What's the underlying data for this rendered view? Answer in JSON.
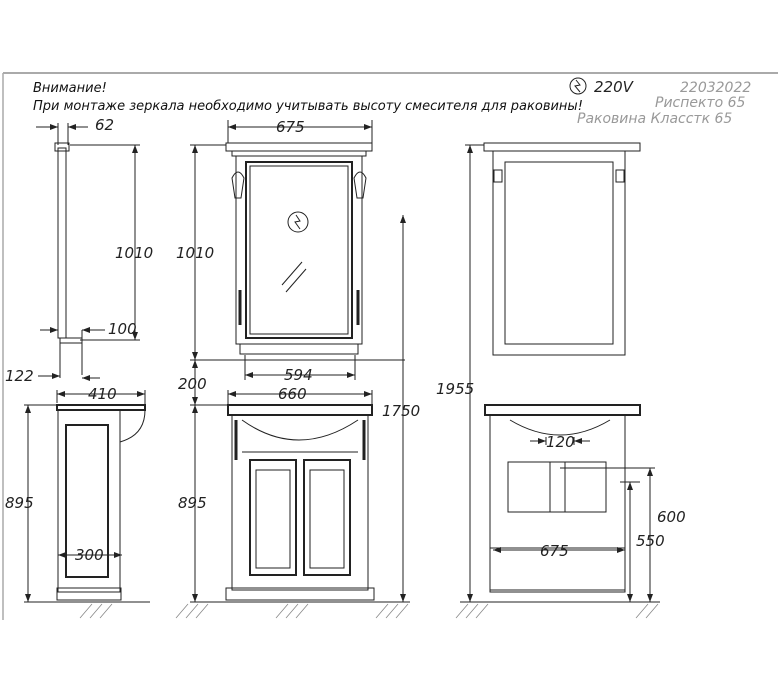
{
  "notes": {
    "warning_title": "Внимание!",
    "warning_text": "При монтаже зеркала необходимо учитывать высоту смесителя для раковины!"
  },
  "title_block": {
    "voltage": "220V",
    "code": "22032022",
    "mirror_model": "Риспекто 65",
    "sink_model": "Раковина  Класстк 65",
    "power_icon": "electric-symbol-icon"
  },
  "dimensions": {
    "mirror_side_depth": "62",
    "mirror_side_height": "1010",
    "mirror_side_shelf": "100",
    "mirror_side_offset": "122",
    "mirror_front_width": "675",
    "mirror_front_height": "1010",
    "mirror_shelf_width": "594",
    "gap": "200",
    "vanity_width": "660",
    "total_height": "1750",
    "vanity_side_depth": "410",
    "vanity_side_height": "895",
    "vanity_side_inner": "300",
    "vanity_front_height": "895",
    "back_total_height": "1955",
    "back_pipe_spacing": "120",
    "back_width": "675",
    "back_height_600": "600",
    "back_height_550": "550"
  }
}
